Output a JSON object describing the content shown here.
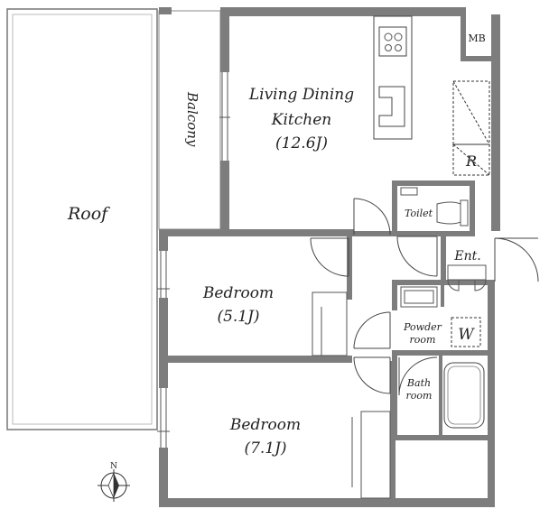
{
  "rooms": {
    "roof": "Roof",
    "balcony": "Balcony",
    "ldk_line1": "Living Dining",
    "ldk_line2": "Kitchen",
    "ldk_size": "(12.6J)",
    "bedroom1": "Bedroom",
    "bedroom1_size": "(5.1J)",
    "bedroom2": "Bedroom",
    "bedroom2_size": "(7.1J)",
    "toilet": "Toilet",
    "entrance": "Ent.",
    "powder_line1": "Powder",
    "powder_line2": "room",
    "bath_line1": "Bath",
    "bath_line2": "room",
    "mb": "MB"
  },
  "symbols": {
    "refrigerator": "R",
    "washer": "W",
    "compass_north": "N"
  }
}
